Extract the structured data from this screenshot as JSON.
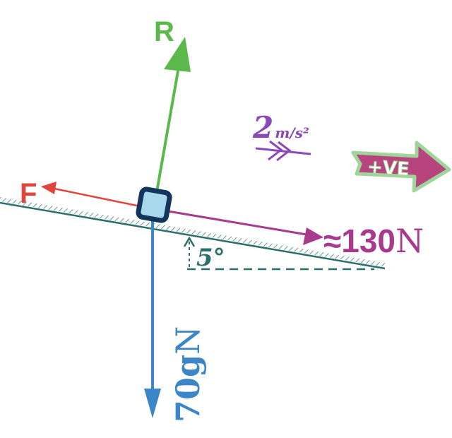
{
  "forces": {
    "reaction": {
      "label": "R",
      "color": "#5bb84a"
    },
    "friction": {
      "label": "F",
      "color": "#e0463c"
    },
    "weight": {
      "label_value": "70g",
      "label_unit": "N",
      "color": "#3a86c8"
    },
    "driving": {
      "label_symbol": "≈",
      "label_value": "130",
      "label_unit": "N",
      "color": "#a83a8e"
    }
  },
  "acceleration": {
    "value": "2",
    "unit": "m/s²",
    "color": "#8a48b8"
  },
  "direction_badge": {
    "text": "+VE",
    "color": "#b8447e",
    "outline": "#8ecb8a"
  },
  "incline": {
    "angle_label": "5°",
    "color": "#2a6f6a"
  },
  "block": {
    "fill": "#a8d8ec",
    "stroke": "#13355c"
  }
}
